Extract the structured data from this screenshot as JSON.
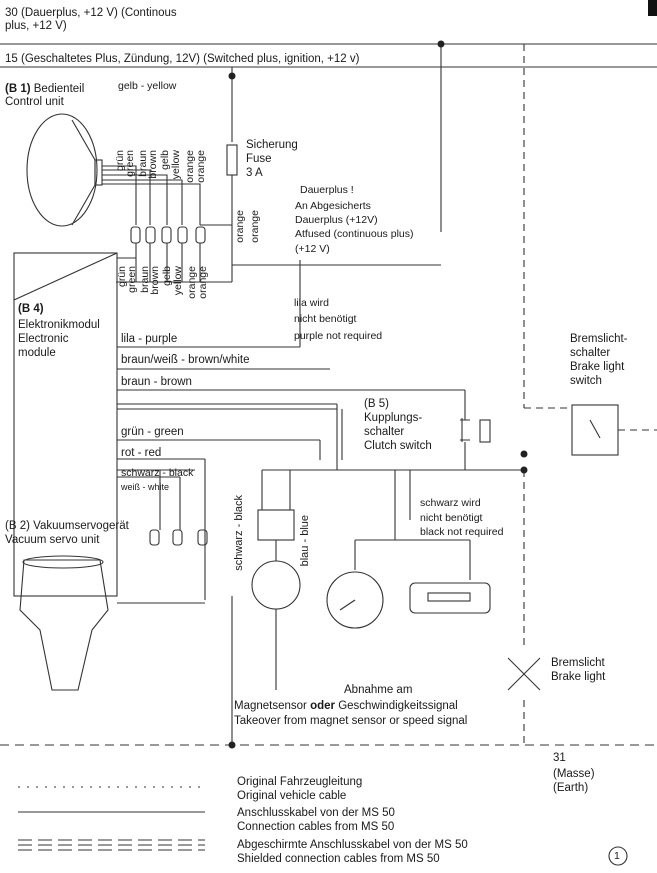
{
  "supply": {
    "line30": "30 (Dauerplus, +12 V) (Continous",
    "line30b": "plus, +12 V)",
    "line15": "15 (Geschaltetes Plus, Zündung, 12V) (Switched plus, ignition, +12 v)"
  },
  "b1": {
    "tag": "(B 1)",
    "name_de": "Bedienteil",
    "name_en": "Control unit",
    "wire_yellow": "gelb - yellow",
    "wires": [
      "grün",
      "green",
      "braun",
      "brown",
      "gelb",
      "yellow",
      "orange",
      "orange"
    ]
  },
  "fuse": {
    "de": "Sicherung",
    "en": "Fuse",
    "rating": "3 A",
    "wire_label": [
      "orange",
      "orange"
    ]
  },
  "dauerplus_note": {
    "l1": "Dauerplus !",
    "l2": "An Abgesicherts",
    "l3": "Dauerplus (+12V)",
    "l4": "Atfused (continuous plus)",
    "l5": "(+12 V)"
  },
  "b4": {
    "tag": "(B 4)",
    "de": "Elektronikmodul",
    "en": "Electronic",
    "en2": "module",
    "wires": [
      "grün",
      "green",
      "braun",
      "brown",
      "gelb",
      "yellow",
      "orange",
      "orange"
    ]
  },
  "lila_note": {
    "l1": "lila wird",
    "l2": "nicht benötigt",
    "l3": "purple not required"
  },
  "wire_labels": {
    "purple": "lila - purple",
    "brown_white": "braun/weiß - brown/white",
    "brown": "braun - brown",
    "green": "grün - green",
    "red": "rot - red",
    "black": "schwarz - black",
    "white": "weiß - white"
  },
  "b5": {
    "tag": "(B 5)",
    "de1": "Kupplungs-",
    "de2": "schalter",
    "en": "Clutch switch"
  },
  "brake_switch": {
    "de1": "Bremslicht-",
    "de2": "schalter",
    "en1": "Brake light",
    "en2": "switch"
  },
  "b2": {
    "tag": "(B 2)",
    "de": "Vakuumservogerät",
    "en": "Vacuum servo unit"
  },
  "sensor_wires": {
    "black": "schwarz - black",
    "blue": "blau - blue"
  },
  "black_note": {
    "l1": "schwarz wird",
    "l2": "nicht benötigt",
    "l3": "black not required"
  },
  "brake_light": {
    "de": "Bremslicht",
    "en": "Brake light"
  },
  "takeover": {
    "l1": "Abnahme am",
    "l2a": "Magnetsensor",
    "l2b": "oder",
    "l2c": "Geschwindigkeitssignal",
    "l3": "Takeover from magnet sensor or speed signal"
  },
  "ground": {
    "l1": "31",
    "l2": "(Masse)",
    "l3": "(Earth)"
  },
  "legend": [
    {
      "de": "Original Fahrzeugleitung",
      "en": "Original vehicle cable",
      "style": "dotted"
    },
    {
      "de": "Anschlusskabel von der MS 50",
      "en": "Connection cables from MS 50",
      "style": "solid"
    },
    {
      "de": "Abgeschirmte Anschlusskabel von der MS 50",
      "en": "Shielded connection cables from MS 50",
      "style": "shielded"
    }
  ],
  "figure_number": "1",
  "colors": {
    "line": "#333333",
    "thin": "#555555"
  }
}
